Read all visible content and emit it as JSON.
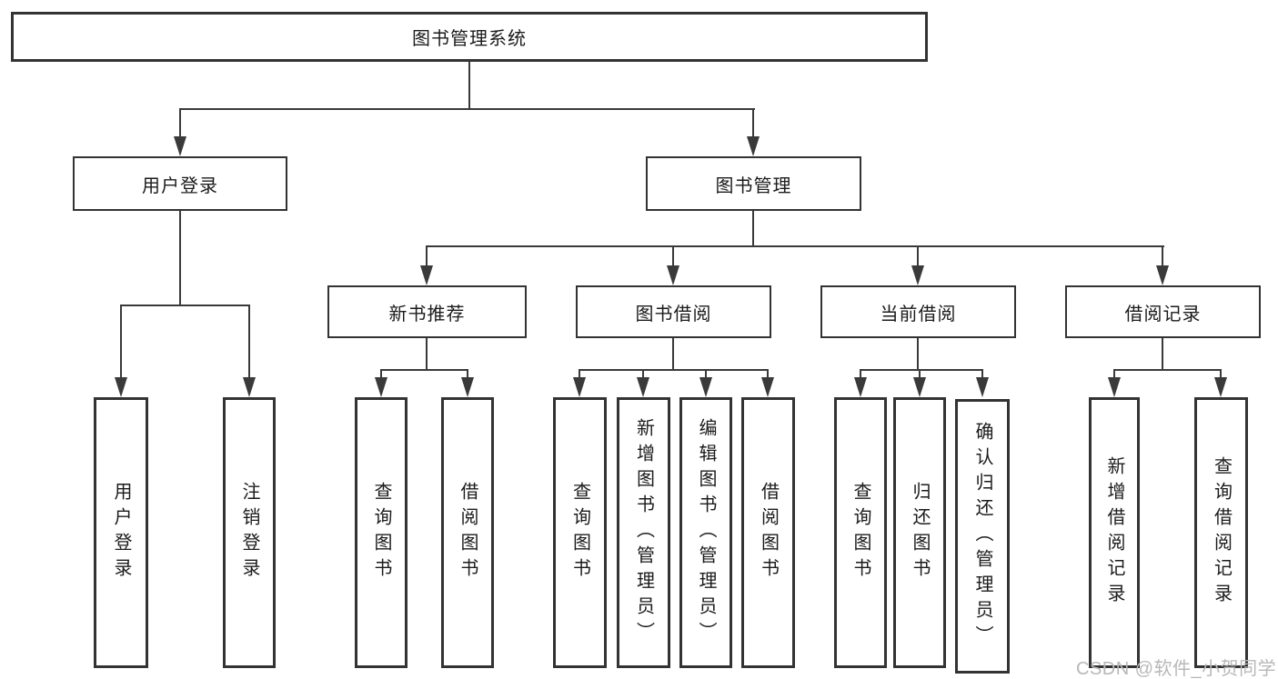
{
  "page": {
    "background_color": "#ffffff",
    "line_color": "#3a3a3a",
    "border_color": "#333333",
    "text_color": "#1b1b1b"
  },
  "watermark": {
    "text": "CSDN @软件_小贺同学",
    "color": "#b8b8b8"
  },
  "diagram": {
    "root": {
      "label": "图书管理系统"
    },
    "level2": [
      {
        "id": "user-login",
        "label": "用户登录"
      },
      {
        "id": "book-management",
        "label": "图书管理"
      }
    ],
    "level3": [
      {
        "id": "new-book-recommend",
        "label": "新书推荐"
      },
      {
        "id": "book-borrow",
        "label": "图书借阅"
      },
      {
        "id": "current-borrow",
        "label": "当前借阅"
      },
      {
        "id": "borrow-records",
        "label": "借阅记录"
      }
    ],
    "leaves": {
      "user_login": [
        "用户登录",
        "注销登录"
      ],
      "new_book_recommend": [
        "查询图书",
        "借阅图书"
      ],
      "book_borrow": [
        "查询图书",
        "新增图书（管理员）",
        "编辑图书（管理员）",
        "借阅图书"
      ],
      "current_borrow": [
        "查询图书",
        "归还图书",
        "确认归还（管理员）"
      ],
      "borrow_records": [
        "新增借阅记录",
        "查询借阅记录"
      ]
    }
  }
}
